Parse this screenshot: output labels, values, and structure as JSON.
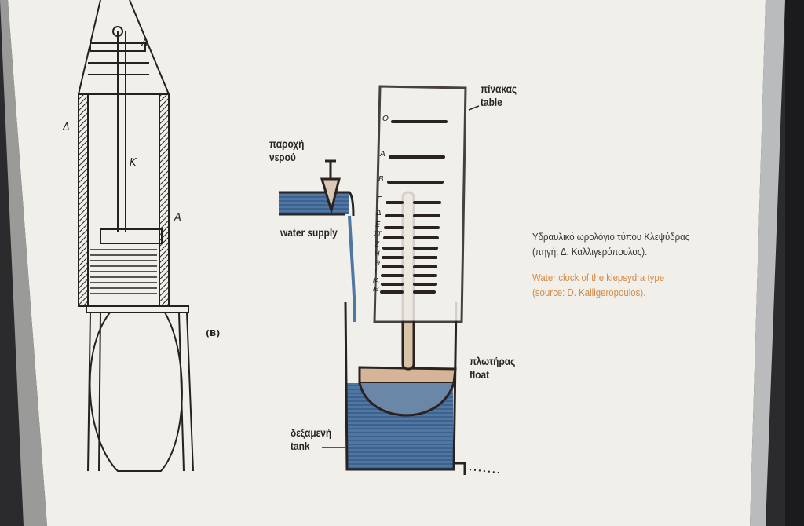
{
  "diagram_left": {
    "marks": [
      "Δ",
      "Δ",
      "K",
      "A"
    ],
    "figure_label": "(B)"
  },
  "diagram_right": {
    "table_label_gr": "πίνακας",
    "table_label_en": "table",
    "supply_label_gr_1": "παροχή",
    "supply_label_gr_2": "νερού",
    "supply_label_en": "water supply",
    "float_label_gr": "πλωτήρας",
    "float_label_en": "float",
    "tank_label_gr": "δεξαμενή",
    "tank_label_en": "tank",
    "scale_marks": [
      "Ο",
      "Α",
      "Β",
      "Γ",
      "Δ",
      "Ε",
      "ΣΤ",
      "Ζ",
      "Η",
      "Θ",
      "Ι",
      "ΙΑ",
      "ΙΒ"
    ]
  },
  "caption": {
    "greek_line1": "Υδραυλικό ωρολόγιο τύπου Κλεψύδρας",
    "greek_line2": "(πηγή: Δ. Καλλιγερόπουλος).",
    "english_line1": "Water clock of the klepsydra type",
    "english_line2": "(source: D. Kalligeropoulos)."
  },
  "colors": {
    "caption_en": "#d58a47",
    "water": "#4a6f9a",
    "board": "#f1efea"
  }
}
